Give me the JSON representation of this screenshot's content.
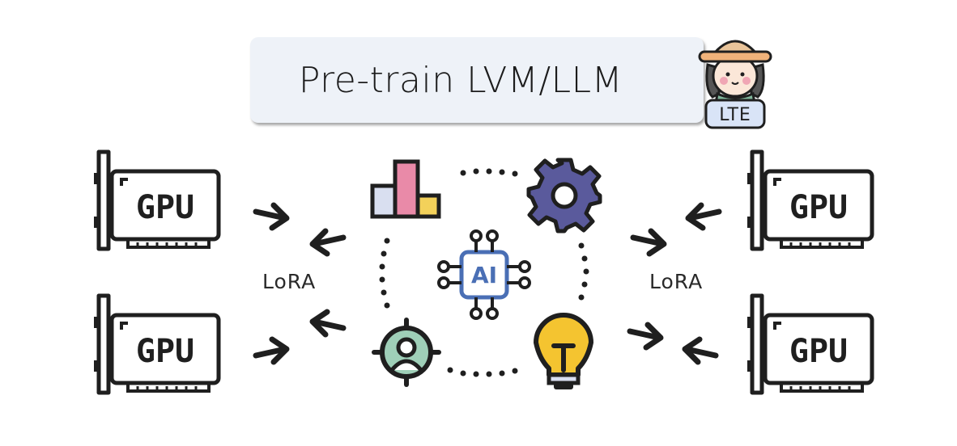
{
  "title": "Pre-train LVM/LLM",
  "badge": "LTE",
  "gpu_label": "GPU",
  "center_label": "AI",
  "lora_labels": [
    "LoRA",
    "LoRA"
  ],
  "colors": {
    "outline": "#1f1f1f",
    "title_bg": "#eef2f8",
    "gear": "#5a5a9c",
    "bulb": "#f4c430",
    "bar_pink": "#e98aa8",
    "bar_lavender": "#d9dff0",
    "bar_yellow": "#f3d15a",
    "person_ring": "#9fcfb8",
    "ai_chip": "#4a6fb5"
  },
  "icons": [
    "bar-chart-icon",
    "gear-icon",
    "ai-chip-icon",
    "person-target-icon",
    "lightbulb-icon",
    "avatar-icon"
  ]
}
